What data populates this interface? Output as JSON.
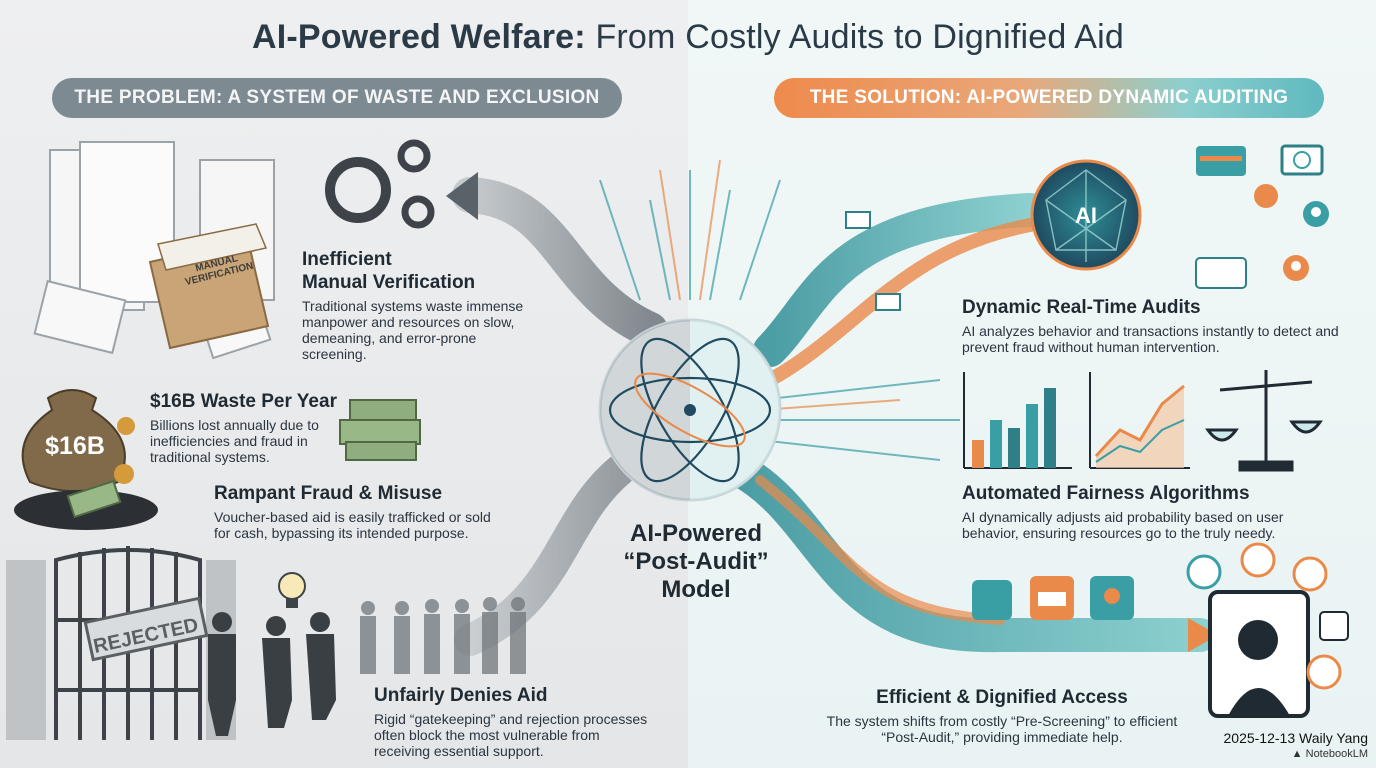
{
  "title": {
    "bold": "AI-Powered Welfare:",
    "rest": " From Costly Audits to Dignified Aid"
  },
  "problem": {
    "header": "THE PROBLEM: A SYSTEM OF WASTE AND EXCLUSION",
    "items": [
      {
        "title": "Inefficient\nManual Verification",
        "text": "Traditional systems waste immense manpower and resources on slow, demeaning, and error-prone screening."
      },
      {
        "title": "$16B Waste Per Year",
        "text": "Billions lost annually due to inefficiencies and fraud in traditional systems."
      },
      {
        "title": "Rampant Fraud & Misuse",
        "text": "Voucher-based aid is easily trafficked or sold for cash, bypassing its intended purpose."
      },
      {
        "title": "Unfairly Denies Aid",
        "text": "Rigid “gatekeeping” and rejection processes often block the most vulnerable from receiving essential support."
      }
    ]
  },
  "solution": {
    "header": "THE SOLUTION: AI-POWERED DYNAMIC AUDITING",
    "items": [
      {
        "title": "Dynamic Real-Time Audits",
        "text": "AI analyzes behavior and transactions instantly to detect and prevent fraud without human intervention."
      },
      {
        "title": "Automated Fairness Algorithms",
        "text": "AI dynamically adjusts aid probability based on user behavior, ensuring resources go to the truly needy."
      },
      {
        "title": "Efficient & Dignified Access",
        "text": "The system shifts from costly “Pre-Screening” to efficient “Post-Audit,” providing immediate help."
      }
    ]
  },
  "center": {
    "label": "AI-Powered\n“Post-Audit”\nModel"
  },
  "illustration_text": {
    "ai": "AI",
    "money_bag": "$16B",
    "stamp": "REJECTED",
    "folder": "MANUAL\nVERIFICATION"
  },
  "credit": {
    "line": "2025-12-13 Waily Yang",
    "brand": "NotebookLM"
  },
  "colors": {
    "teal": "#3a9ea5",
    "orange": "#e98a4a",
    "gray": "#7e8a92",
    "navy": "#2b3a47"
  },
  "icons": [
    "gear-icon",
    "paper-stack-icon",
    "folder-icon",
    "money-bag-icon",
    "cash-stack-icon",
    "gate-icon",
    "lightbulb-icon",
    "people-silhouettes-icon",
    "ai-network-icon",
    "bar-chart-icon",
    "line-chart-icon",
    "balance-scale-icon",
    "dollar-icon",
    "card-icon",
    "location-pin-icon",
    "tablet-person-icon",
    "home-icon",
    "heart-icon",
    "envelope-icon"
  ]
}
